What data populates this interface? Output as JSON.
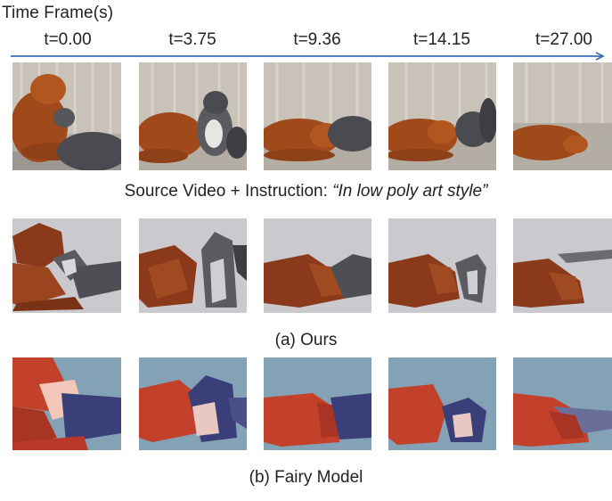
{
  "figure": {
    "timeline_title": "Time Frame(s)",
    "time_labels": [
      "t=0.00",
      "t=3.75",
      "t=9.36",
      "t=14.15",
      "t=27.00"
    ],
    "source_caption_prefix": "Source Video + Instruction: ",
    "source_caption_instruction": "“In low poly art style”",
    "caption_ours": "(a) Ours",
    "caption_fairy": "(b) Fairy Model"
  },
  "colors": {
    "axis": "#3e6fb3",
    "source_bg": "#a9a39b",
    "ours_bg": "#c9c9cd",
    "fairy_bg": "#7b9bb0",
    "dog_source": "#a04a1c",
    "cat_source": "#4a4b50",
    "dog_ours": "#8a3a1a",
    "cat_ours": "#5a5b60",
    "dog_fairy": "#c3402b",
    "cat_fairy": "#3a3f7a"
  }
}
